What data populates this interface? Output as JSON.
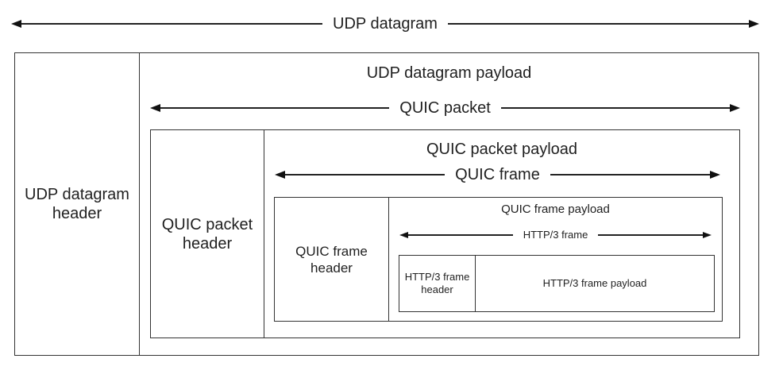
{
  "diagram": {
    "colors": {
      "background": "#ffffff",
      "line": "#333333",
      "text": "#1f1f1f"
    },
    "udp_datagram": {
      "arrow_label": "UDP datagram",
      "header": "UDP datagram header",
      "payload_title": "UDP datagram payload",
      "quic_packet": {
        "arrow_label": "QUIC packet",
        "header": "QUIC packet header",
        "payload_title": "QUIC packet payload",
        "quic_frame": {
          "arrow_label": "QUIC frame",
          "header": "QUIC frame header",
          "payload_title": "QUIC frame payload",
          "http3_frame": {
            "arrow_label": "HTTP/3 frame",
            "header": "HTTP/3 frame header",
            "payload": "HTTP/3 frame payload"
          }
        }
      }
    }
  }
}
